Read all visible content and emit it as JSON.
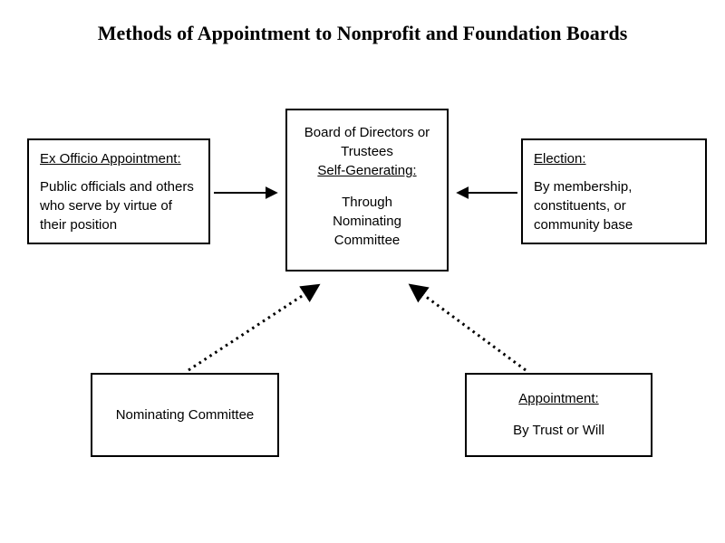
{
  "title": "Methods of Appointment to Nonprofit and Foundation Boards",
  "center_box": {
    "title": "Board of Directors or Trustees",
    "heading": "Self-Generating:",
    "body": "Through Nominating Committee"
  },
  "left_box": {
    "heading": "Ex Officio Appointment:",
    "body": "Public officials and others who serve by virtue of their position"
  },
  "right_box": {
    "heading": "Election:",
    "body": "By membership, constituents, or community base"
  },
  "bottom_left_box": {
    "label": "Nominating Committee"
  },
  "bottom_right_box": {
    "heading": "Appointment:",
    "body": "By Trust or Will"
  },
  "colors": {
    "border": "#000000",
    "background": "#ffffff",
    "text": "#000000"
  }
}
